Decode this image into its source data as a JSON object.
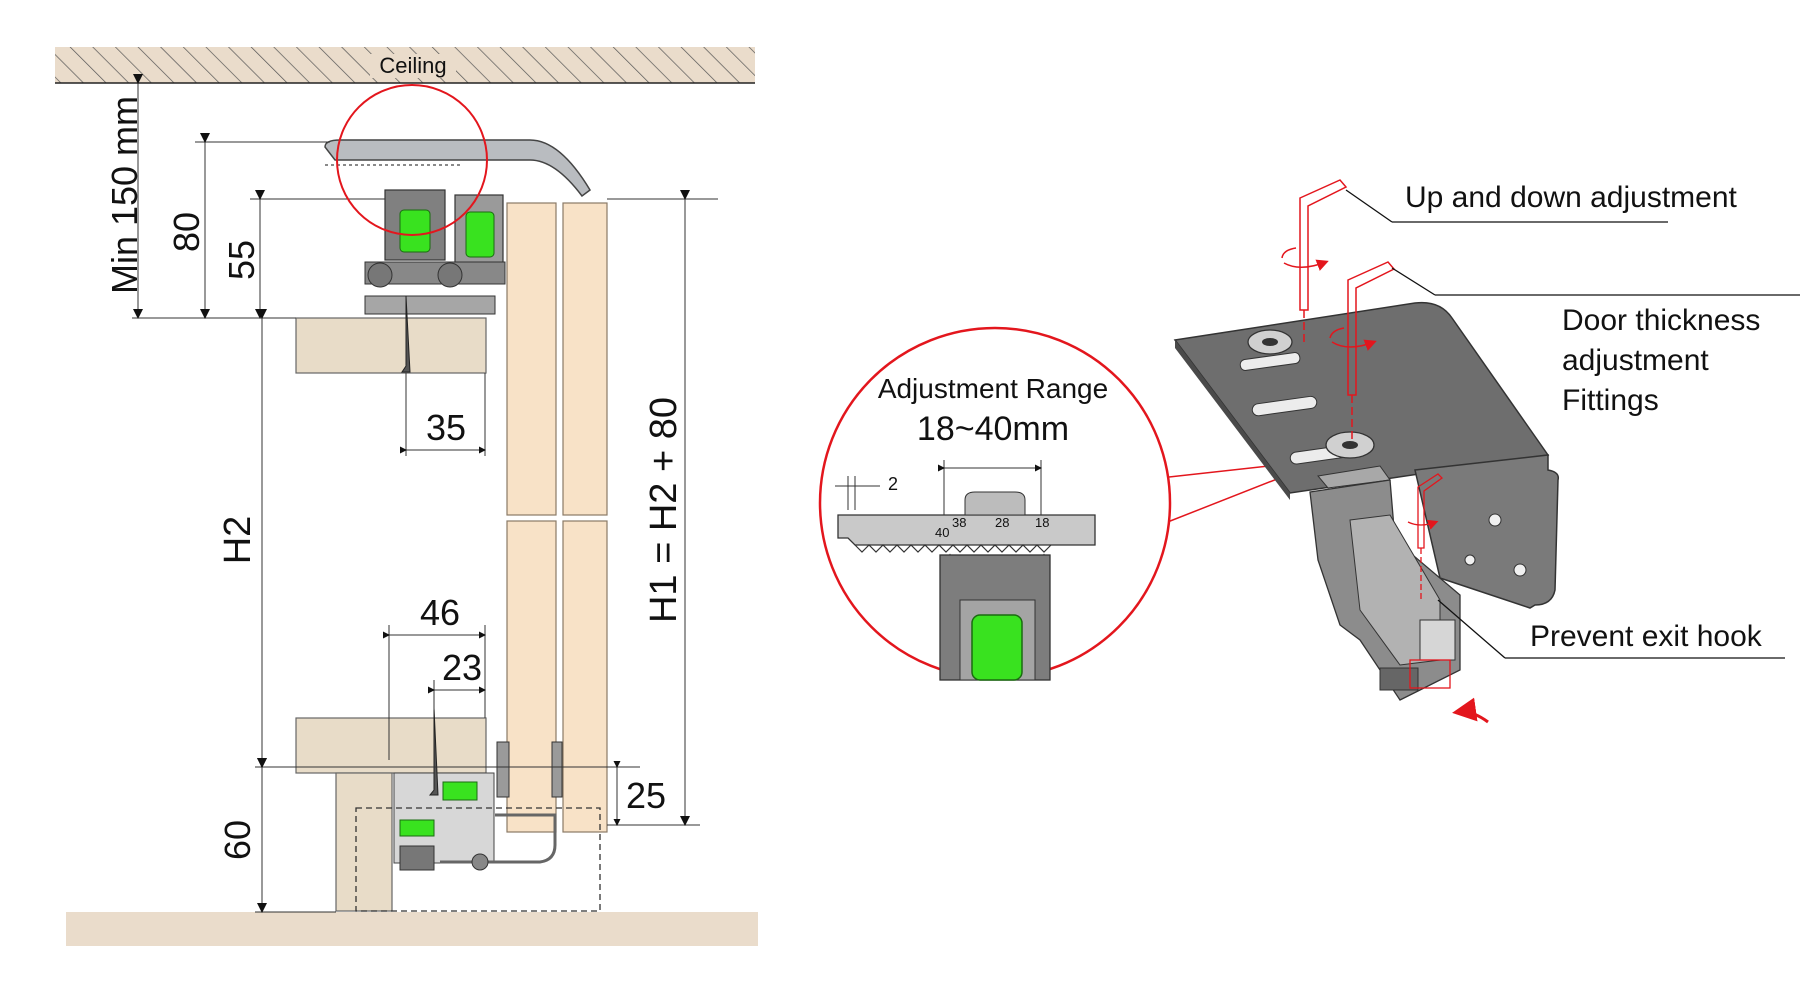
{
  "left_diagram": {
    "ceiling_label": "Ceiling",
    "min_clearance": "Min 150 mm",
    "dim_80": "80",
    "dim_55": "55",
    "dim_35": "35",
    "dim_h2": "H2",
    "dim_h1": "H1 = H2 + 80",
    "dim_46": "46",
    "dim_23": "23",
    "dim_25": "25",
    "dim_60": "60"
  },
  "detail": {
    "title": "Adjustment Range",
    "range": "18~40mm",
    "tick_2": "2",
    "scale_40": "40",
    "scale_38": "38",
    "scale_28": "28",
    "scale_18": "18"
  },
  "callouts": {
    "up_down": "Up and down adjustment",
    "door_thickness_line1": "Door thickness",
    "door_thickness_line2": "adjustment",
    "door_thickness_line3": "Fittings",
    "exit_hook": "Prevent exit hook"
  },
  "colors": {
    "accent_red": "#e3161d",
    "roller_green": "#39e21f",
    "wood": "#f8e2c7",
    "shelf": "#e8dcc8",
    "metal": "#7d7d7d"
  }
}
